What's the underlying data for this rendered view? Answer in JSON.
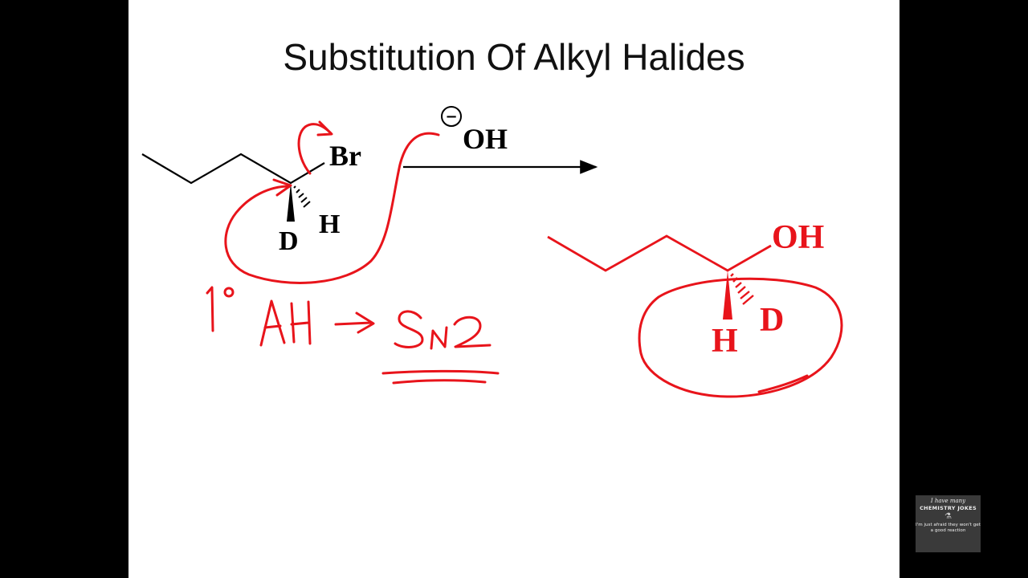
{
  "slide": {
    "title": "Substitution Of Alkyl Halides"
  },
  "reactant": {
    "leaving_group": "Br",
    "wedge_sub": "D",
    "dash_sub": "H"
  },
  "reagent": {
    "charge": "−",
    "nucleophile": "OH"
  },
  "product": {
    "nucleophile": "OH",
    "wedge_sub": "H",
    "dash_sub": "D"
  },
  "annotation": {
    "text": "1° AH → SN2"
  },
  "badge": {
    "line1": "I have many",
    "line2": "CHEMISTRY JOKES",
    "line3": "I'm just afraid they won't get a good reaction"
  },
  "colors": {
    "ink": "#000000",
    "annotation_red": "#e8141b",
    "background": "#ffffff"
  }
}
